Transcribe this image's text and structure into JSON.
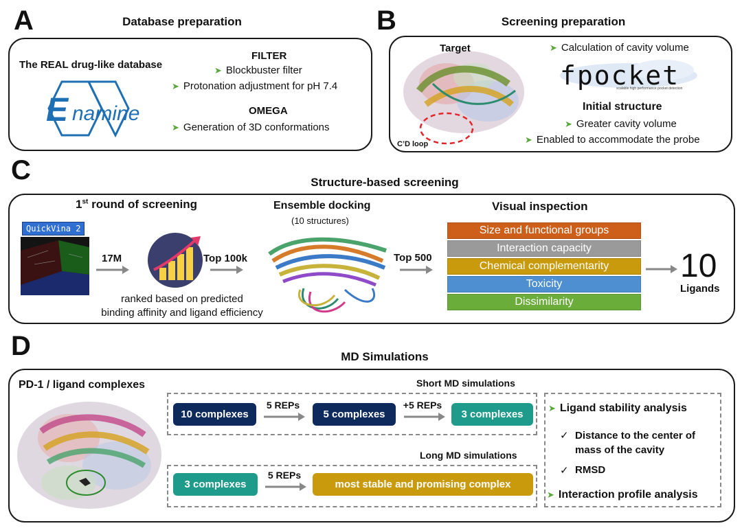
{
  "panel_a": {
    "letter": "A",
    "title": "Database preparation",
    "database_label": "The REAL drug-like database",
    "logo_text": "namine",
    "logo_letter": "E",
    "filter_heading": "FILTER",
    "filter_items": [
      "Blockbuster filter",
      "Protonation adjustment for pH 7.4"
    ],
    "omega_heading": "OMEGA",
    "omega_items": [
      "Generation of 3D conformations"
    ]
  },
  "panel_b": {
    "letter": "B",
    "title": "Screening preparation",
    "target_label": "Target",
    "loop_label": "C’D loop",
    "cavity_item": "Calculation of cavity volume",
    "fpocket_logo": "fpocket",
    "fpocket_tagline": "scalable high performance pocket detection",
    "initial_heading": "Initial structure",
    "initial_items": [
      "Greater cavity volume",
      "Enabled to accommodate the probe"
    ]
  },
  "panel_c": {
    "letter": "C",
    "title": "Structure-based screening",
    "round_pre": "1",
    "round_sup": "st",
    "round_post": " round of screening",
    "quickvina": "QuickVina 2",
    "step_17m": "17M",
    "step_top100k": "Top 100k",
    "step_top500": "Top 500",
    "ranked_text": [
      "ranked based on predicted",
      "binding affinity and ligand efficiency"
    ],
    "ensemble_title": "Ensemble docking",
    "ensemble_sub": "(10 structures)",
    "visual_title": "Visual inspection",
    "bars": [
      {
        "label": "Size and functional groups",
        "color": "#cd5f1b"
      },
      {
        "label": "Interaction capacity",
        "color": "#9a9a9a"
      },
      {
        "label": "Chemical complementarity",
        "color": "#c99a0c"
      },
      {
        "label": "Toxicity",
        "color": "#4d8fd0"
      },
      {
        "label": "Dissimilarity",
        "color": "#6aad3a"
      }
    ],
    "result_number": "10",
    "result_label": "Ligands"
  },
  "panel_d": {
    "letter": "D",
    "title": "MD Simulations",
    "complex_label": "PD-1 / ligand complexes",
    "short_label": "Short MD simulations",
    "long_label": "Long MD simulations",
    "short_pills": [
      "10 complexes",
      "5 complexes",
      "3 complexes"
    ],
    "short_arrows": [
      "5 REPs",
      "+5 REPs"
    ],
    "long_pills": [
      "3 complexes",
      "most stable and promising complex"
    ],
    "long_arrow": "5 REPs",
    "analysis_stability": "Ligand stability analysis",
    "checks": [
      "Distance to the center  of mass of the cavity",
      "RMSD"
    ],
    "check_mark": "✓",
    "analysis_interaction": "Interaction profile analysis"
  },
  "colors": {
    "navy": "#0e2a5c",
    "teal": "#1e9b8a",
    "gold": "#c99a0c",
    "green_arrow": "#59a83b",
    "enamine_blue": "#1f6fb5"
  }
}
